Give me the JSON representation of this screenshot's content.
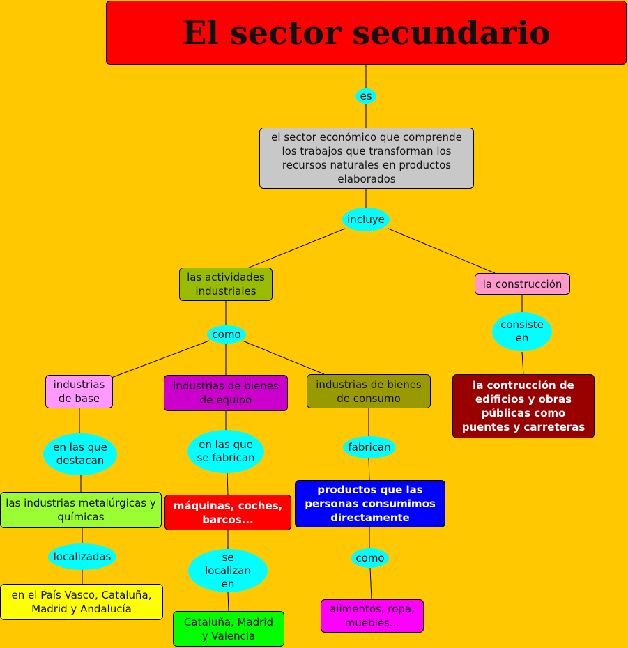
{
  "title": "El sector secundario",
  "nodes": {
    "definition": "el sector económico que comprende los trabajos que transforman los recursos naturales en productos elaborados",
    "industrial": "las actividades industriales",
    "construction": "la construcción",
    "construction_def": "la contrucción de edificios y obras públicas como puentes y carreteras",
    "base": "industrias de base",
    "equipment": "industrias de bienes de equipo",
    "consumer": "industrias de bienes de consumo",
    "metal_chem": "las industrias metalúrgicas y químicas",
    "machines": "máquinas, coches, barcos...",
    "products": "productos que las personas consumimos directamente",
    "regions_base": "en el País Vasco, Cataluña, Madrid y Andalucía",
    "regions_equipment": "Cataluña, Madrid y Valencia",
    "consumer_examples": "alimentos, ropa, muebles..."
  },
  "link_labels": {
    "es": "es",
    "incluye": "incluye",
    "como_1": "como",
    "consiste_en": "consiste en",
    "en_las_que_destacan": "en las que destacan",
    "en_las_que_se_fabrican": "en las que se fabrican",
    "fabrican": "fabrican",
    "localizadas": "localizadas",
    "se_localizan_en": "se localizan en",
    "como_2": "como"
  },
  "colors": {
    "background": "#FFC800",
    "title": "#FF0000",
    "definition": "#C8C8C8",
    "industrial": "#99BB00",
    "construction": "#FF99CC",
    "construction_def": "#990000",
    "base": "#FF99FF",
    "equipment": "#CC00CC",
    "consumer": "#999900",
    "metal_chem": "#99FF33",
    "machines": "#FF0000",
    "products": "#0000FF",
    "regions_base": "#FFFF00",
    "regions_equipment": "#00FF00",
    "consumer_examples": "#FF00FF",
    "link_label": "#00FFFF"
  }
}
